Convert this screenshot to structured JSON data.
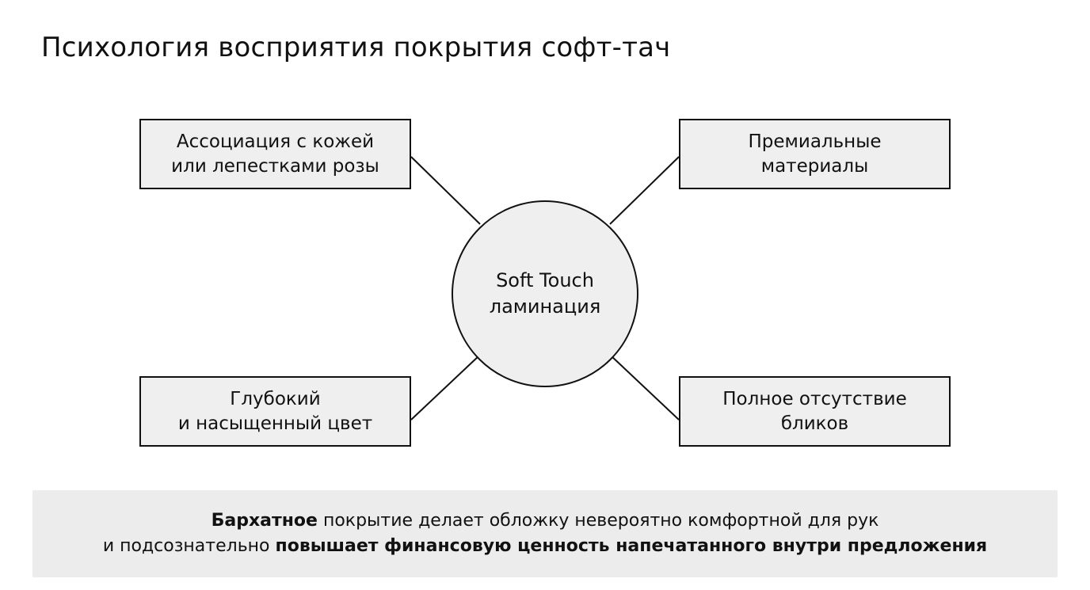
{
  "title": "Психология восприятия покрытия софт-тач",
  "center": {
    "line1": "Soft Touch",
    "line2": "ламинация"
  },
  "nodes": {
    "top_left": {
      "line1": "Ассоциация с кожей",
      "line2": "или лепестками розы"
    },
    "top_right": {
      "line1": "Премиальные",
      "line2": "материалы"
    },
    "bottom_left": {
      "line1": "Глубокий",
      "line2": "и насыщенный цвет"
    },
    "bottom_right": {
      "line1": "Полное отсутствие",
      "line2": "бликов"
    }
  },
  "footer": {
    "line1_bold": "Бархатное",
    "line1_rest": " покрытие делает обложку невероятно комфортной для рук",
    "line2_start": "и подсознательно ",
    "line2_bold": "повышает финансовую ценность напечатанного внутри предложения"
  }
}
